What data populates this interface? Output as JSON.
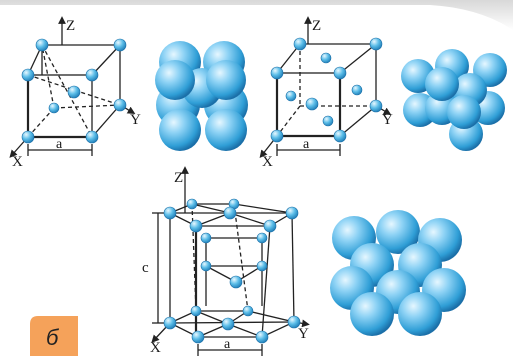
{
  "panels": {
    "bcc": {
      "axis_z": "Z",
      "axis_y": "Y",
      "axis_x": "X",
      "edge": "a"
    },
    "fcc": {
      "axis_z": "Z",
      "axis_y": "Y",
      "axis_x": "X",
      "edge": "a"
    },
    "hcp": {
      "axis_z": "Z",
      "axis_y": "Y",
      "axis_x": "X",
      "edge": "a",
      "height": "c"
    }
  },
  "badge": {
    "label": "б"
  },
  "colors": {
    "atom": "#36a9e1",
    "atom_light": "#cfeefd",
    "atom_dark": "#1b6fa8",
    "line": "#222222",
    "badge": "#f5a25a"
  }
}
